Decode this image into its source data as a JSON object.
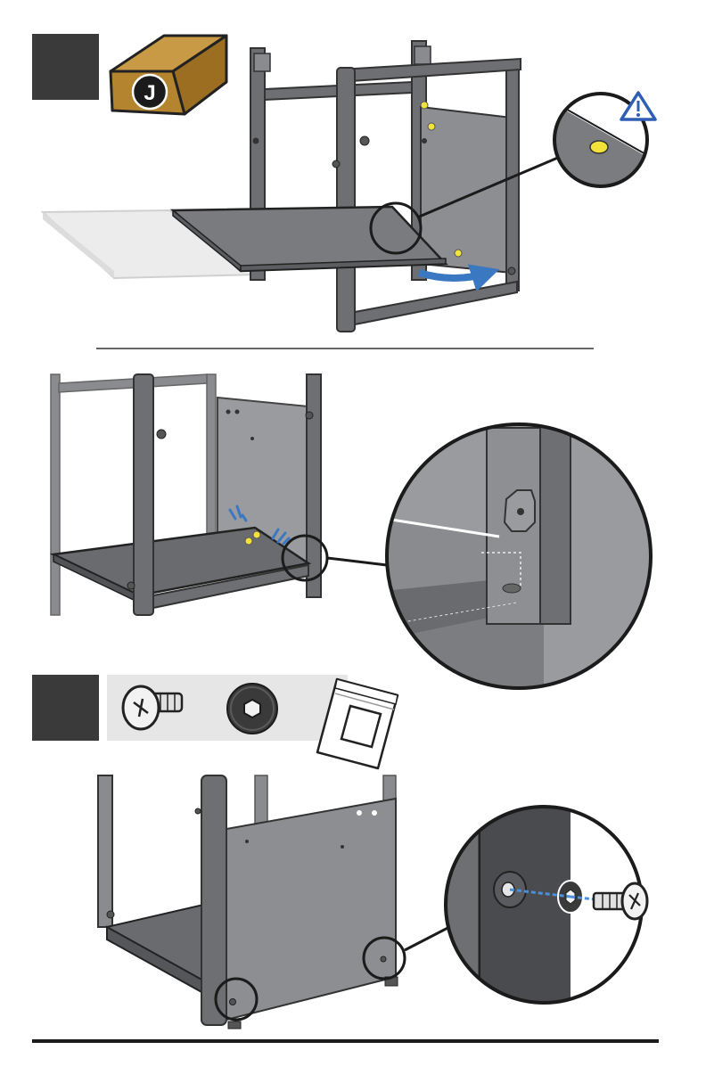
{
  "step1": {
    "box_label": "J",
    "warning_icon": "warning-triangle-icon",
    "arrow_color": "#3b78c2",
    "highlight_color": "#f3e23a"
  },
  "step2": {
    "hardware": [
      {
        "name": "screw",
        "icon": "phillips-screw-icon"
      },
      {
        "name": "washer",
        "icon": "hex-washer-icon"
      },
      {
        "name": "bag",
        "icon": "hardware-bag-icon"
      }
    ],
    "guide_line_color": "#4a90d9"
  },
  "colors": {
    "step_box": "#3a3a3a",
    "frame": "#6e6f72",
    "panel": "#8d8e91",
    "cardboard": "#b5842f",
    "hardware_strip": "#e6e6e6"
  }
}
